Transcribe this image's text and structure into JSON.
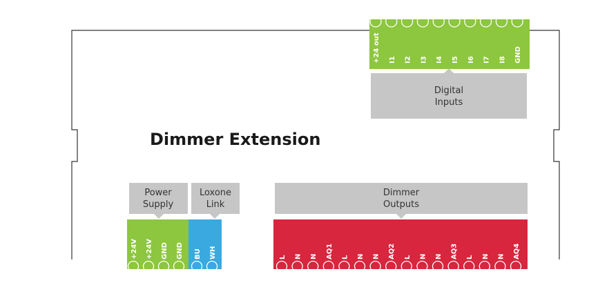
{
  "title": "Dimmer Extension",
  "colors": {
    "green": "#8dc63f",
    "blue": "#3aa9df",
    "red": "#d7263d",
    "label_bg": "#c6c6c6",
    "outline": "#333333"
  },
  "labels": {
    "digital_inputs": [
      "Digital",
      "Inputs"
    ],
    "power_supply": [
      "Power",
      "Supply"
    ],
    "loxone_link": [
      "Loxone",
      "Link"
    ],
    "dimmer_outputs": [
      "Dimmer",
      "Outputs"
    ]
  },
  "terminals": {
    "digital": [
      "+24 out",
      "I1",
      "I2",
      "I3",
      "I4",
      "I5",
      "I6",
      "I7",
      "I8",
      "GND"
    ],
    "power": [
      "+24V",
      "+24V",
      "GND",
      "GND"
    ],
    "link": [
      "BU",
      "WH"
    ],
    "outputs": [
      "L",
      "N",
      "N",
      "AQ1",
      "L",
      "N",
      "N",
      "AQ2",
      "L",
      "N",
      "N",
      "AQ3",
      "L",
      "N",
      "N",
      "AQ4"
    ]
  }
}
